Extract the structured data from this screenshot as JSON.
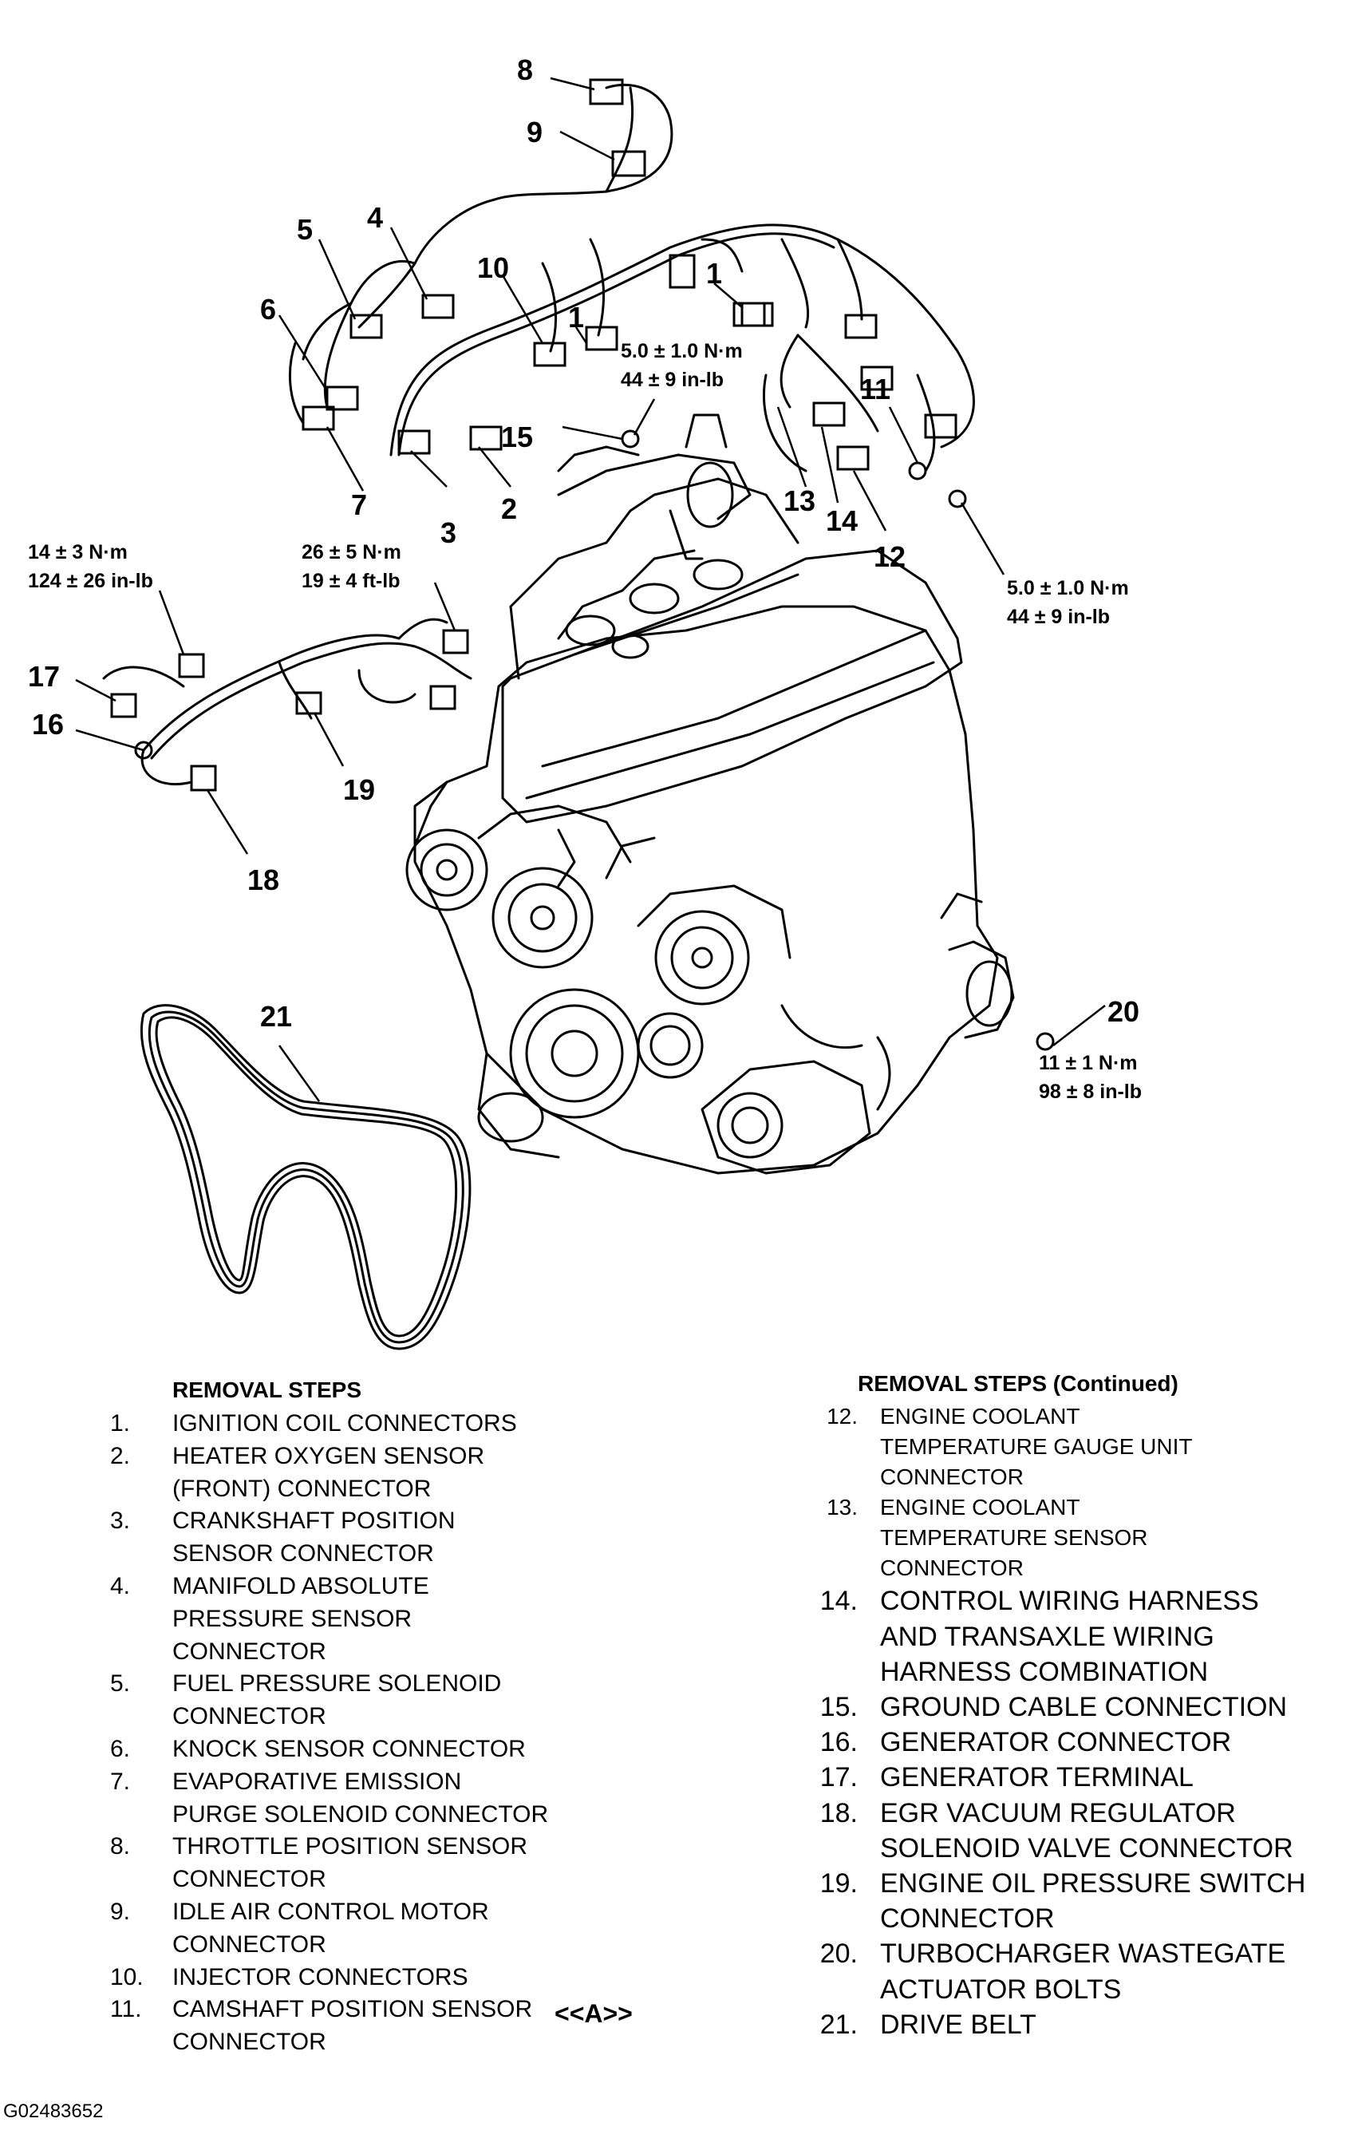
{
  "callouts": [
    "1",
    "2",
    "3",
    "4",
    "5",
    "6",
    "7",
    "8",
    "9",
    "10",
    "11",
    "12",
    "13",
    "14",
    "15",
    "16",
    "17",
    "18",
    "19",
    "20",
    "21"
  ],
  "torque_specs": {
    "t1": {
      "line1": "5.0 ± 1.0 N·m",
      "line2": "44 ± 9 in-lb"
    },
    "t2": {
      "line1": "5.0 ± 1.0 N·m",
      "line2": "44 ± 9 in-lb"
    },
    "t3": {
      "line1": "14 ± 3 N·m",
      "line2": "124 ± 26 in-lb"
    },
    "t4": {
      "line1": "26 ± 5 N·m",
      "line2": "19 ± 4 ft-lb"
    },
    "t5": {
      "line1": "11 ± 1 N·m",
      "line2": "98 ± 8 in-lb"
    }
  },
  "removal_steps_left": {
    "heading": "REMOVAL STEPS",
    "items": [
      {
        "num": "1.",
        "lines": [
          "IGNITION COIL CONNECTORS"
        ]
      },
      {
        "num": "2.",
        "lines": [
          "HEATER OXYGEN SENSOR",
          "(FRONT) CONNECTOR"
        ]
      },
      {
        "num": "3.",
        "lines": [
          "CRANKSHAFT POSITION",
          "SENSOR CONNECTOR"
        ]
      },
      {
        "num": "4.",
        "lines": [
          "MANIFOLD ABSOLUTE",
          "PRESSURE SENSOR",
          "CONNECTOR"
        ]
      },
      {
        "num": "5.",
        "lines": [
          "FUEL PRESSURE SOLENOID",
          "CONNECTOR"
        ]
      },
      {
        "num": "6.",
        "lines": [
          "KNOCK SENSOR CONNECTOR"
        ]
      },
      {
        "num": "7.",
        "lines": [
          "EVAPORATIVE EMISSION",
          "PURGE SOLENOID CONNECTOR"
        ]
      },
      {
        "num": "8.",
        "lines": [
          "THROTTLE POSITION SENSOR",
          "CONNECTOR"
        ]
      },
      {
        "num": "9.",
        "lines": [
          "IDLE AIR CONTROL MOTOR",
          "CONNECTOR"
        ]
      },
      {
        "num": "10.",
        "lines": [
          "INJECTOR CONNECTORS"
        ]
      },
      {
        "num": "11.",
        "lines": [
          "CAMSHAFT POSITION SENSOR",
          "CONNECTOR"
        ]
      }
    ]
  },
  "removal_steps_right": {
    "heading": "REMOVAL STEPS (Continued)",
    "items": [
      {
        "num": "12.",
        "lines": [
          "ENGINE COOLANT",
          "TEMPERATURE GAUGE UNIT",
          "CONNECTOR"
        ]
      },
      {
        "num": "13.",
        "lines": [
          "ENGINE COOLANT",
          "TEMPERATURE SENSOR",
          "CONNECTOR"
        ]
      },
      {
        "num": "14.",
        "lines": [
          "CONTROL WIRING HARNESS",
          "AND TRANSAXLE WIRING",
          "HARNESS COMBINATION"
        ]
      },
      {
        "num": "15.",
        "lines": [
          "GROUND CABLE CONNECTION"
        ]
      },
      {
        "num": "16.",
        "lines": [
          "GENERATOR CONNECTOR"
        ]
      },
      {
        "num": "17.",
        "lines": [
          "GENERATOR TERMINAL"
        ]
      },
      {
        "num": "18.",
        "lines": [
          "EGR VACUUM REGULATOR",
          "SOLENOID VALVE CONNECTOR"
        ]
      },
      {
        "num": "19.",
        "lines": [
          "ENGINE OIL PRESSURE SWITCH",
          "CONNECTOR"
        ]
      },
      {
        "num": "20.",
        "lines": [
          "TURBOCHARGER WASTEGATE",
          "ACTUATOR BOLTS"
        ]
      },
      {
        "num": "21.",
        "lines": [
          "DRIVE BELT"
        ]
      }
    ]
  },
  "reference_mark": "<<A>>",
  "figure_id": "G02483652"
}
